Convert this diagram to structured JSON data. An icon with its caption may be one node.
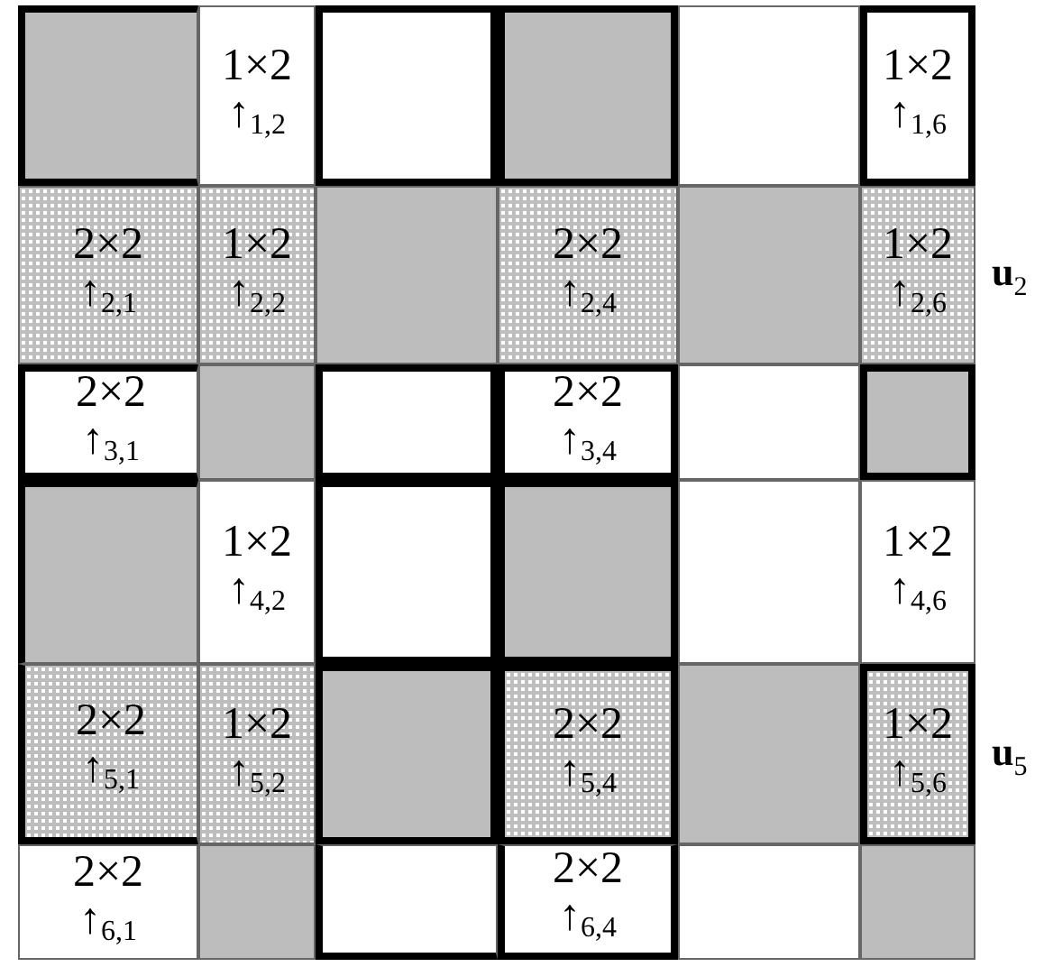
{
  "diagram": {
    "nodes": [
      {
        "text": [],
        "shape": "box"
      },
      {
        "text": [
          "1×2",
          "↑$_{1,2}$"
        ]
      },
      {
        "text": [],
        "shape": "box"
      },
      {
        "text": [],
        "shape": "box"
      },
      {
        "text": [],
        "shape": "box"
      },
      {
        "text": [
          "1×2",
          "↑$_{1,6}$"
        ]
      },
      {
        "text": [
          "2×2",
          "↑$_{2,1}$"
        ]
      },
      {
        "text": [
          "1×2",
          "↑$_{2,2}$"
        ]
      },
      {
        "text": [],
        "shape": "box"
      },
      {
        "text": [
          "2×2",
          "↑$_{2,4}$"
        ]
      },
      {
        "text": [],
        "shape": "box"
      },
      {
        "text": [
          "1×2",
          "↑$_{2,6}$"
        ]
      },
      {
        "text": [
          "2×2",
          "↑$_{3,1}$"
        ]
      },
      {
        "text": [],
        "shape": "box"
      },
      {
        "text": [],
        "shape": "box"
      },
      {
        "text": [
          "2×2",
          "↑$_{3,4}$"
        ]
      },
      {
        "text": [],
        "shape": "box"
      },
      {
        "text": [],
        "shape": "box"
      },
      {
        "text": [],
        "shape": "box"
      },
      {
        "text": [
          "1×2",
          "↑$_{4,2}$"
        ]
      },
      {
        "text": [],
        "shape": "box"
      },
      {
        "text": [],
        "shape": "box"
      },
      {
        "text": [],
        "shape": "box"
      },
      {
        "text": [
          "1×2",
          "↑$_{4,6}$"
        ]
      },
      {
        "text": [
          "2×2",
          "↑$_{5,1}$"
        ]
      },
      {
        "text": [
          "1×2",
          "↑$_{5,2}$"
        ]
      },
      {
        "text": [],
        "shape": "box"
      },
      {
        "text": [
          "2×2",
          "↑$_{5,4}$"
        ]
      },
      {
        "text": [],
        "shape": "box"
      },
      {
        "text": [
          "1×2",
          "↑$_{5,6}$"
        ]
      },
      {
        "text": [
          "2×2",
          "↑$_{6,1}$"
        ]
      },
      {
        "text": [],
        "shape": "box"
      },
      {
        "text": [],
        "shape": "box"
      },
      {
        "text": [
          "2×2",
          "↑$_{6,4}$"
        ]
      },
      {
        "text": [],
        "shape": "box"
      },
      {
        "text": [],
        "shape": "box"
      }
    ],
    "labels": [
      "**u**$_{2}$",
      "**u**$_{5}$"
    ]
  }
}
